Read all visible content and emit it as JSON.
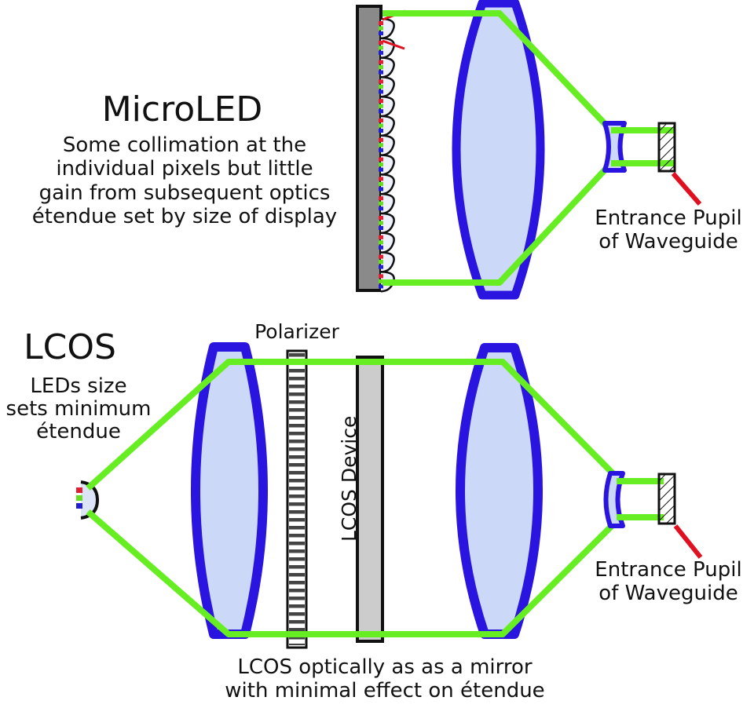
{
  "colors": {
    "beam": "#66ee22",
    "lens_outline": "#2a14e0",
    "lens_fill": "#ccd8f8",
    "display_fill": "#8a8a8a",
    "lcos_fill": "#cccccc",
    "pointer_red": "#e01020",
    "led_red": "#e02030",
    "led_green": "#66dd22",
    "led_blue": "#2020d0",
    "outline": "#111111"
  },
  "microled": {
    "title": "MicroLED",
    "description": [
      "Some collimation at the",
      "individual pixels but little",
      "gain from subsequent optics",
      "étendue set by size of display"
    ],
    "entrance_pupil_label": [
      "Entrance Pupil",
      "of Waveguide"
    ],
    "components": [
      "microled-display-panel",
      "microlens-array",
      "collimating-lens",
      "concave-lens",
      "waveguide-entrance-pupil"
    ]
  },
  "lcos": {
    "title": "LCOS",
    "description": [
      "LEDs size",
      "sets minimum",
      "étendue"
    ],
    "polarizer_label": "Polarizer",
    "device_label": "LCOS Device",
    "entrance_pupil_label": [
      "Entrance Pupil",
      "of Waveguide"
    ],
    "caption": [
      "LCOS optically as as a mirror",
      "with minimal effect on étendue"
    ],
    "components": [
      "rgb-led-source",
      "condenser-lens",
      "polarizer",
      "lcos-device",
      "projection-lens",
      "concave-lens",
      "waveguide-entrance-pupil"
    ]
  }
}
